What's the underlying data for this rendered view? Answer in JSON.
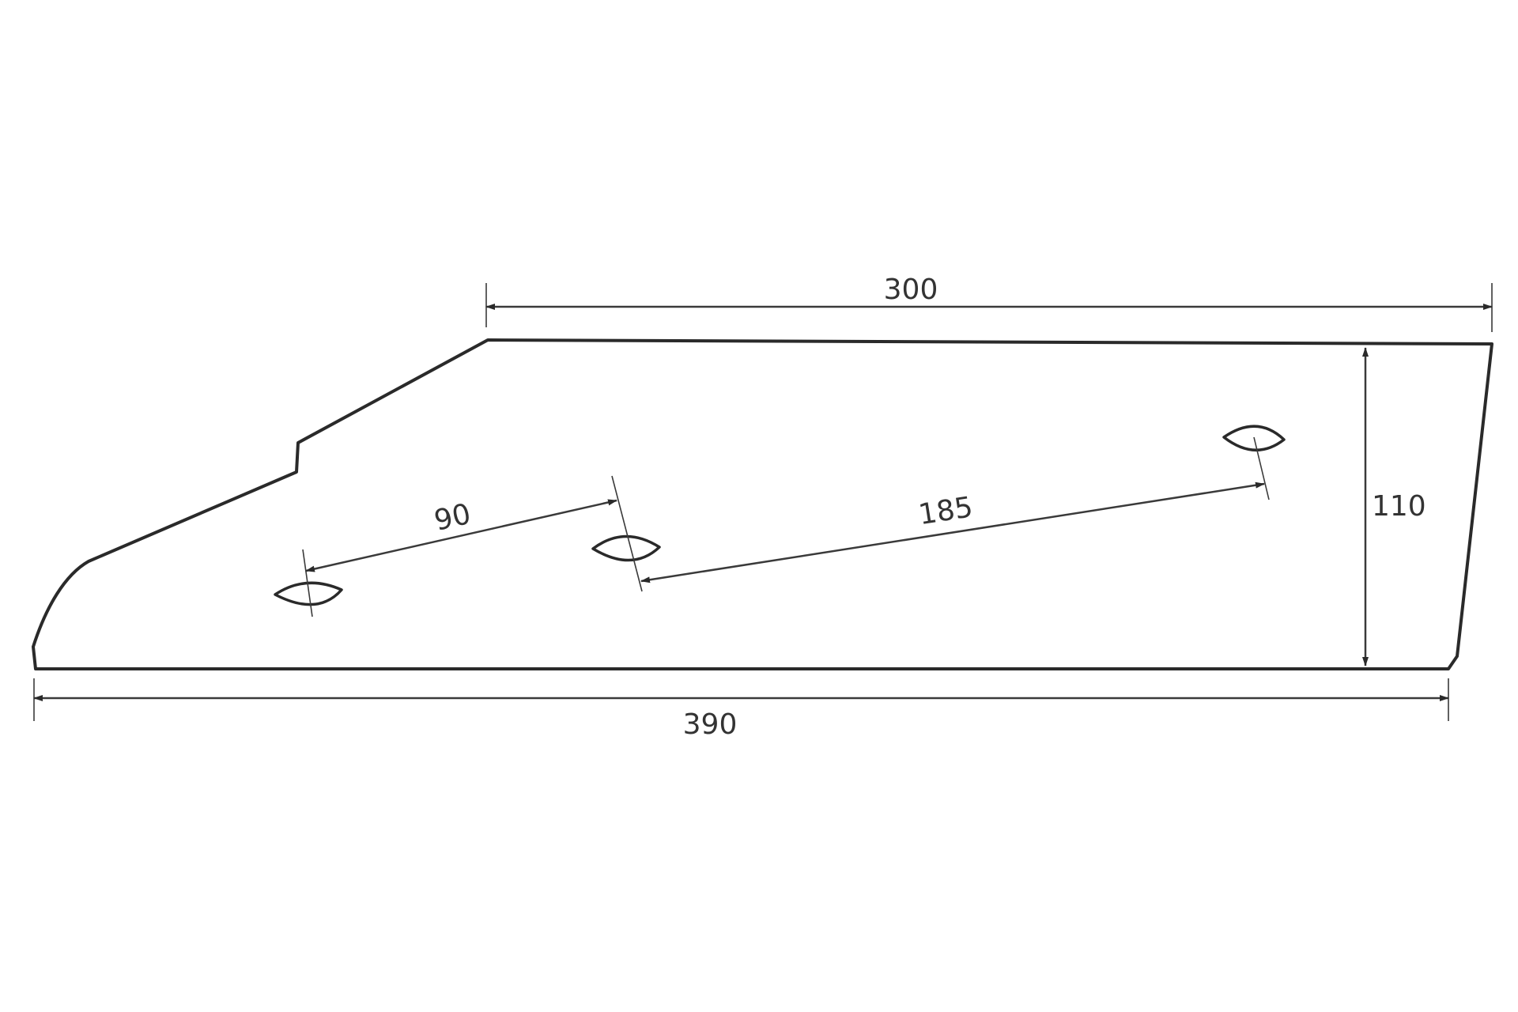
{
  "drawing": {
    "line_color": "#2a2a2a",
    "background": "#ffffff"
  },
  "dimensions": {
    "top_length": "300",
    "bottom_length": "390",
    "height": "110",
    "hole_spacing_left": "90",
    "hole_spacing_right": "185"
  }
}
